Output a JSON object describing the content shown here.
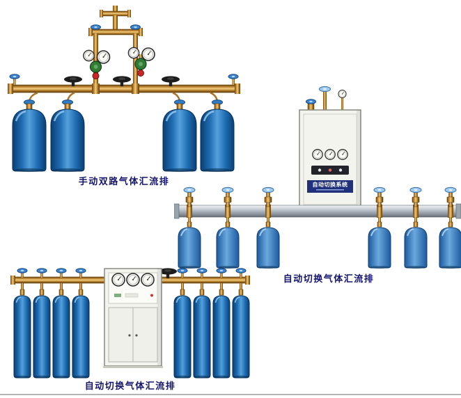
{
  "page": {
    "background": "#ffffff"
  },
  "products": [
    {
      "id": "manual-dual-gas-manifold",
      "label": "手动双路气体汇流排"
    },
    {
      "id": "auto-switch-gas-manifold-wall",
      "label": "自动切换气体汇流排",
      "cabinet_text": "自动切换系统"
    },
    {
      "id": "auto-switch-gas-manifold-floor",
      "label": "自动切换气体汇流排"
    }
  ],
  "colors": {
    "cylinder_blue": "#1f6cb2",
    "cylinder_light_blue": "#6aa8de",
    "brass": "#c8913c",
    "rail_silver": "#b9c1c9",
    "cabinet_body": "#f4f4ef",
    "nameplate_navy": "#20307a",
    "label_text": "#15156e",
    "knob_blue": "#3f86d2",
    "knob_cyan": "#9ccaf0",
    "regulator_green": "#2e7d32",
    "regulator_red": "#c62828",
    "handwheel_black": "#1c1c1c",
    "bottom_rule": "#b3b3b3"
  }
}
